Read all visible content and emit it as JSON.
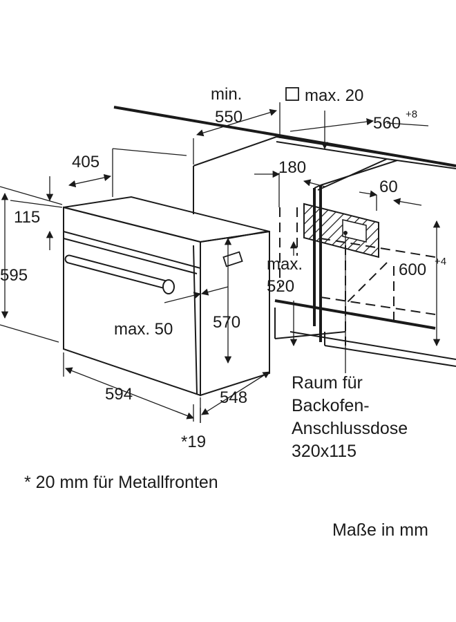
{
  "diagram": {
    "dimensions": {
      "d405": "405",
      "d115": "115",
      "d595": "595",
      "d594": "594",
      "d548": "548",
      "d570": "570",
      "d19": "*19",
      "maxlabel_50": "max. 50",
      "min_label": "min.",
      "d550": "550",
      "max20": "max. 20",
      "d560": "560",
      "d560_tol": "+8",
      "d180": "180",
      "d60": "60",
      "d600": "600",
      "d600_tol": "+4",
      "max_label_520": "max.",
      "d520": "520"
    },
    "notes": {
      "socket_line1": "Raum für",
      "socket_line2": "Backofen-",
      "socket_line3": "Anschlussdose",
      "socket_line4": "320x115",
      "footnote": "* 20 mm für Metallfronten",
      "units": "Maße in mm"
    }
  }
}
